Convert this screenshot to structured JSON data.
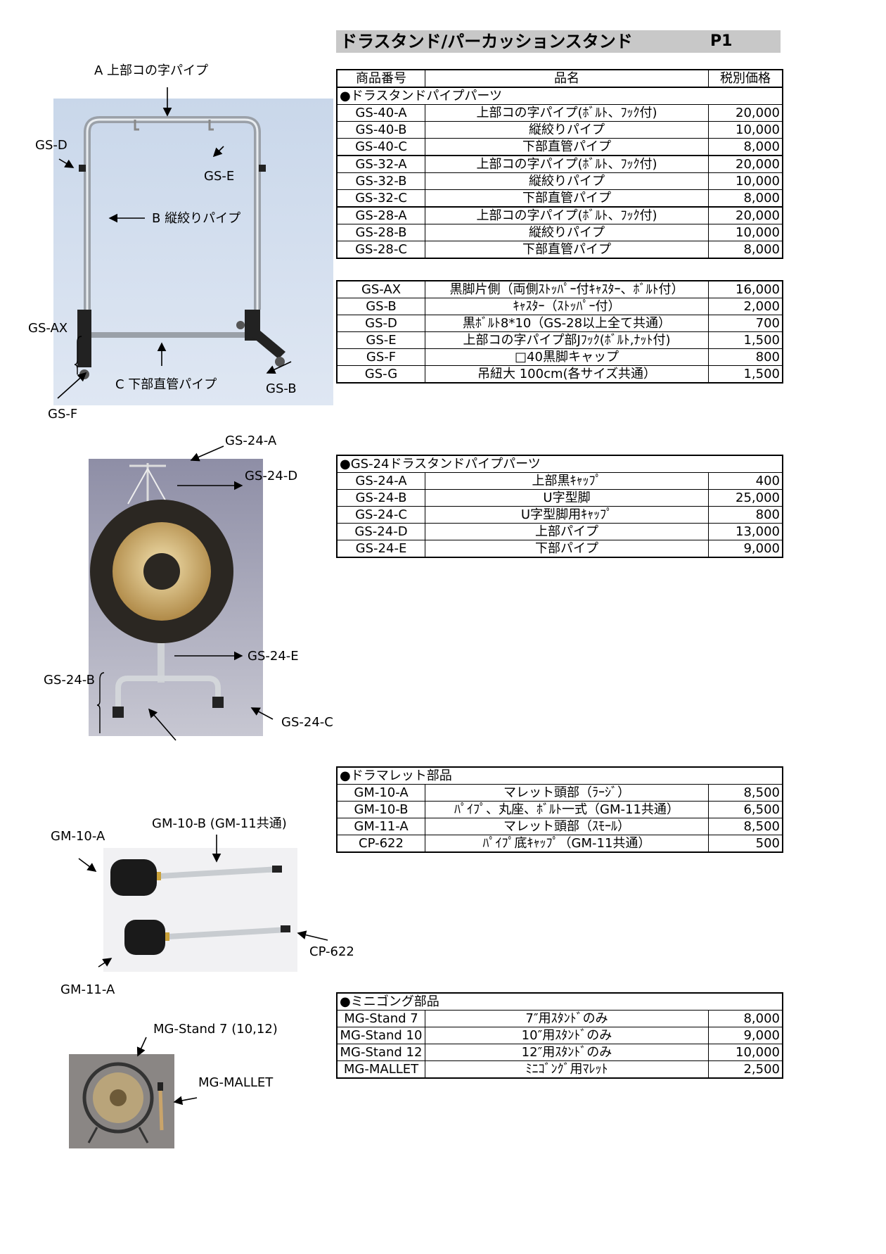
{
  "page": {
    "title": "ドラスタンド/パーカッションスタンド",
    "page_no": "P1"
  },
  "header": {
    "col1": "商品番号",
    "col2": "品名",
    "col3": "税別価格"
  },
  "table1": {
    "section": "●ドラスタンドパイプパーツ",
    "rows": [
      {
        "code": "GS-40-A",
        "name": "上部コの字パイプ(ﾎﾞﾙﾄ、ﾌｯｸ付)",
        "price": "20,000"
      },
      {
        "code": "GS-40-B",
        "name": "縦絞りパイプ",
        "price": "10,000"
      },
      {
        "code": "GS-40-C",
        "name": "下部直管パイプ",
        "price": "8,000"
      },
      {
        "code": "GS-32-A",
        "name": "上部コの字パイプ(ﾎﾞﾙﾄ、ﾌｯｸ付)",
        "price": "20,000"
      },
      {
        "code": "GS-32-B",
        "name": "縦絞りパイプ",
        "price": "10,000"
      },
      {
        "code": "GS-32-C",
        "name": "下部直管パイプ",
        "price": "8,000"
      },
      {
        "code": "GS-28-A",
        "name": "上部コの字パイプ(ﾎﾞﾙﾄ、ﾌｯｸ付)",
        "price": "20,000"
      },
      {
        "code": "GS-28-B",
        "name": "縦絞りパイプ",
        "price": "10,000"
      },
      {
        "code": "GS-28-C",
        "name": "下部直管パイプ",
        "price": "8,000"
      }
    ]
  },
  "table2": {
    "rows": [
      {
        "code": "GS-AX",
        "name": "黒脚片側（両側ｽﾄｯﾊﾟｰ付ｷｬｽﾀｰ、ﾎﾞﾙﾄ付）",
        "price": "16,000"
      },
      {
        "code": "GS-B",
        "name": "ｷｬｽﾀｰ（ｽﾄｯﾊﾟｰ付）",
        "price": "2,000"
      },
      {
        "code": "GS-D",
        "name": "黒ﾎﾞﾙﾄ8*10（GS-28以上全て共通）",
        "price": "700"
      },
      {
        "code": "GS-E",
        "name": "上部コの字パイプ部Jﾌｯｸ(ﾎﾞﾙﾄ,ﾅｯﾄ付)",
        "price": "1,500"
      },
      {
        "code": "GS-F",
        "name": "□40黒脚キャップ",
        "price": "800"
      },
      {
        "code": "GS-G",
        "name": "吊紐大 100cm(各サイズ共通）",
        "price": "1,500"
      }
    ]
  },
  "table3": {
    "section": "●GS-24ドラスタンドパイプパーツ",
    "rows": [
      {
        "code": "GS-24-A",
        "name": "上部黒ｷｬｯﾌﾟ",
        "price": "400"
      },
      {
        "code": "GS-24-B",
        "name": "U字型脚",
        "price": "25,000"
      },
      {
        "code": "GS-24-C",
        "name": "U字型脚用ｷｬｯﾌﾟ",
        "price": "800"
      },
      {
        "code": "GS-24-D",
        "name": "上部パイプ",
        "price": "13,000"
      },
      {
        "code": "GS-24-E",
        "name": "下部パイプ",
        "price": "9,000"
      }
    ]
  },
  "table4": {
    "section": "●ドラマレット部品",
    "rows": [
      {
        "code": "GM-10-A",
        "name": "マレット頭部（ﾗｰｼﾞ）",
        "price": "8,500"
      },
      {
        "code": "GM-10-B",
        "name": "ﾊﾟｲﾌﾟ、丸座、ﾎﾞﾙﾄ一式（GM-11共通）",
        "price": "6,500"
      },
      {
        "code": "GM-11-A",
        "name": "マレット頭部（ｽﾓｰﾙ）",
        "price": "8,500"
      },
      {
        "code": "CP-622",
        "name": "ﾊﾟｲﾌﾟ底ｷｬｯﾌﾟ（GM-11共通）",
        "price": "500"
      }
    ]
  },
  "table5": {
    "section": "●ミニゴング部品",
    "rows": [
      {
        "code": "MG-Stand 7",
        "name": "7″用ｽﾀﾝﾄﾞのみ",
        "price": "8,000"
      },
      {
        "code": "MG-Stand 10",
        "name": "10″用ｽﾀﾝﾄﾞのみ",
        "price": "9,000"
      },
      {
        "code": "MG-Stand 12",
        "name": "12″用ｽﾀﾝﾄﾞのみ",
        "price": "10,000"
      },
      {
        "code": "MG-MALLET",
        "name": "ﾐﾆｺﾞﾝｸﾞ用ﾏﾚｯﾄ",
        "price": "2,500"
      }
    ]
  },
  "labels": {
    "a": "A 上部コの字パイプ",
    "b": "B 縦絞りパイプ",
    "c": "C 下部直管パイプ",
    "gsd": "GS-D",
    "gse": "GS-E",
    "gsax": "GS-AX",
    "gsf": "GS-F",
    "gsb": "GS-B",
    "gs24a": "GS-24-A",
    "gs24d": "GS-24-D",
    "gs24e": "GS-24-E",
    "gs24b": "GS-24-B",
    "gs24c": "GS-24-C",
    "gm10a": "GM-10-A",
    "gm10b": "GM-10-B (GM-11共通)",
    "cp622": "CP-622",
    "gm11a": "GM-11-A",
    "mgstand": "MG-Stand 7 (10,12)",
    "mgmallet": "MG-MALLET"
  }
}
